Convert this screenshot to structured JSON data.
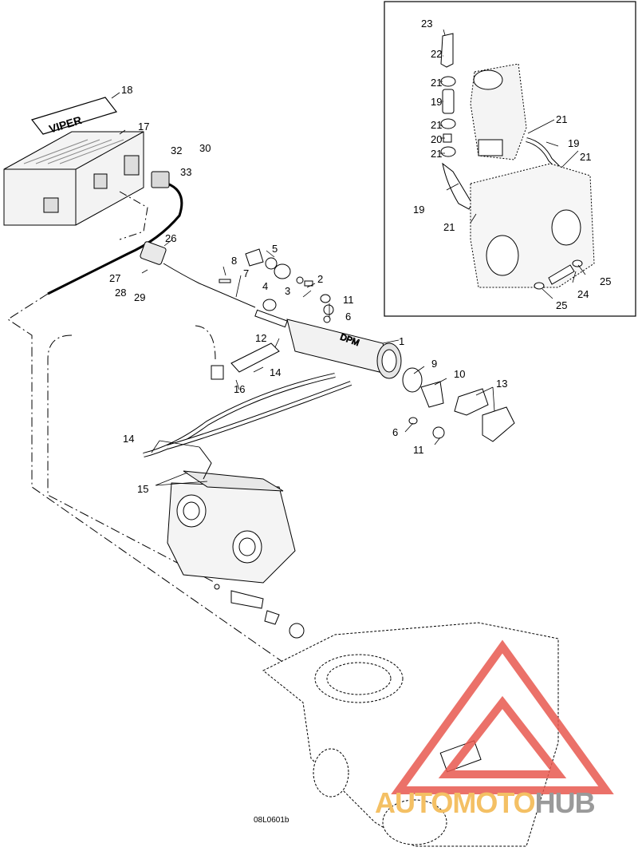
{
  "diagram": {
    "drawing_code": "08L0601b",
    "callouts": {
      "n1": "1",
      "n2": "2",
      "n3": "3",
      "n4": "4",
      "n5": "5",
      "n6a": "6",
      "n6b": "6",
      "n7": "7",
      "n8": "8",
      "n9": "9",
      "n10": "10",
      "n11a": "11",
      "n11b": "11",
      "n12": "12",
      "n13": "13",
      "n14a": "14",
      "n14b": "14",
      "n15": "15",
      "n16": "16",
      "n17": "17",
      "n18": "18",
      "n19a": "19",
      "n19b": "19",
      "n19c": "19",
      "n20": "20",
      "n21a": "21",
      "n21b": "21",
      "n21c": "21",
      "n21d": "21",
      "n21e": "21",
      "n21f": "21",
      "n22": "22",
      "n23": "23",
      "n24": "24",
      "n25a": "25",
      "n25b": "25",
      "n26": "26",
      "n27": "27",
      "n28": "28",
      "n29": "29",
      "n30": "30",
      "n32": "32",
      "n33": "33"
    },
    "part_text": {
      "dpm": "DPM",
      "vipers": "VIPER"
    }
  },
  "watermark": {
    "part1": "AUTOMOTO",
    "part2": "HUB",
    "color1": "#f4c064",
    "color2": "#9a9a9a",
    "logo_color": "#e8584f"
  }
}
